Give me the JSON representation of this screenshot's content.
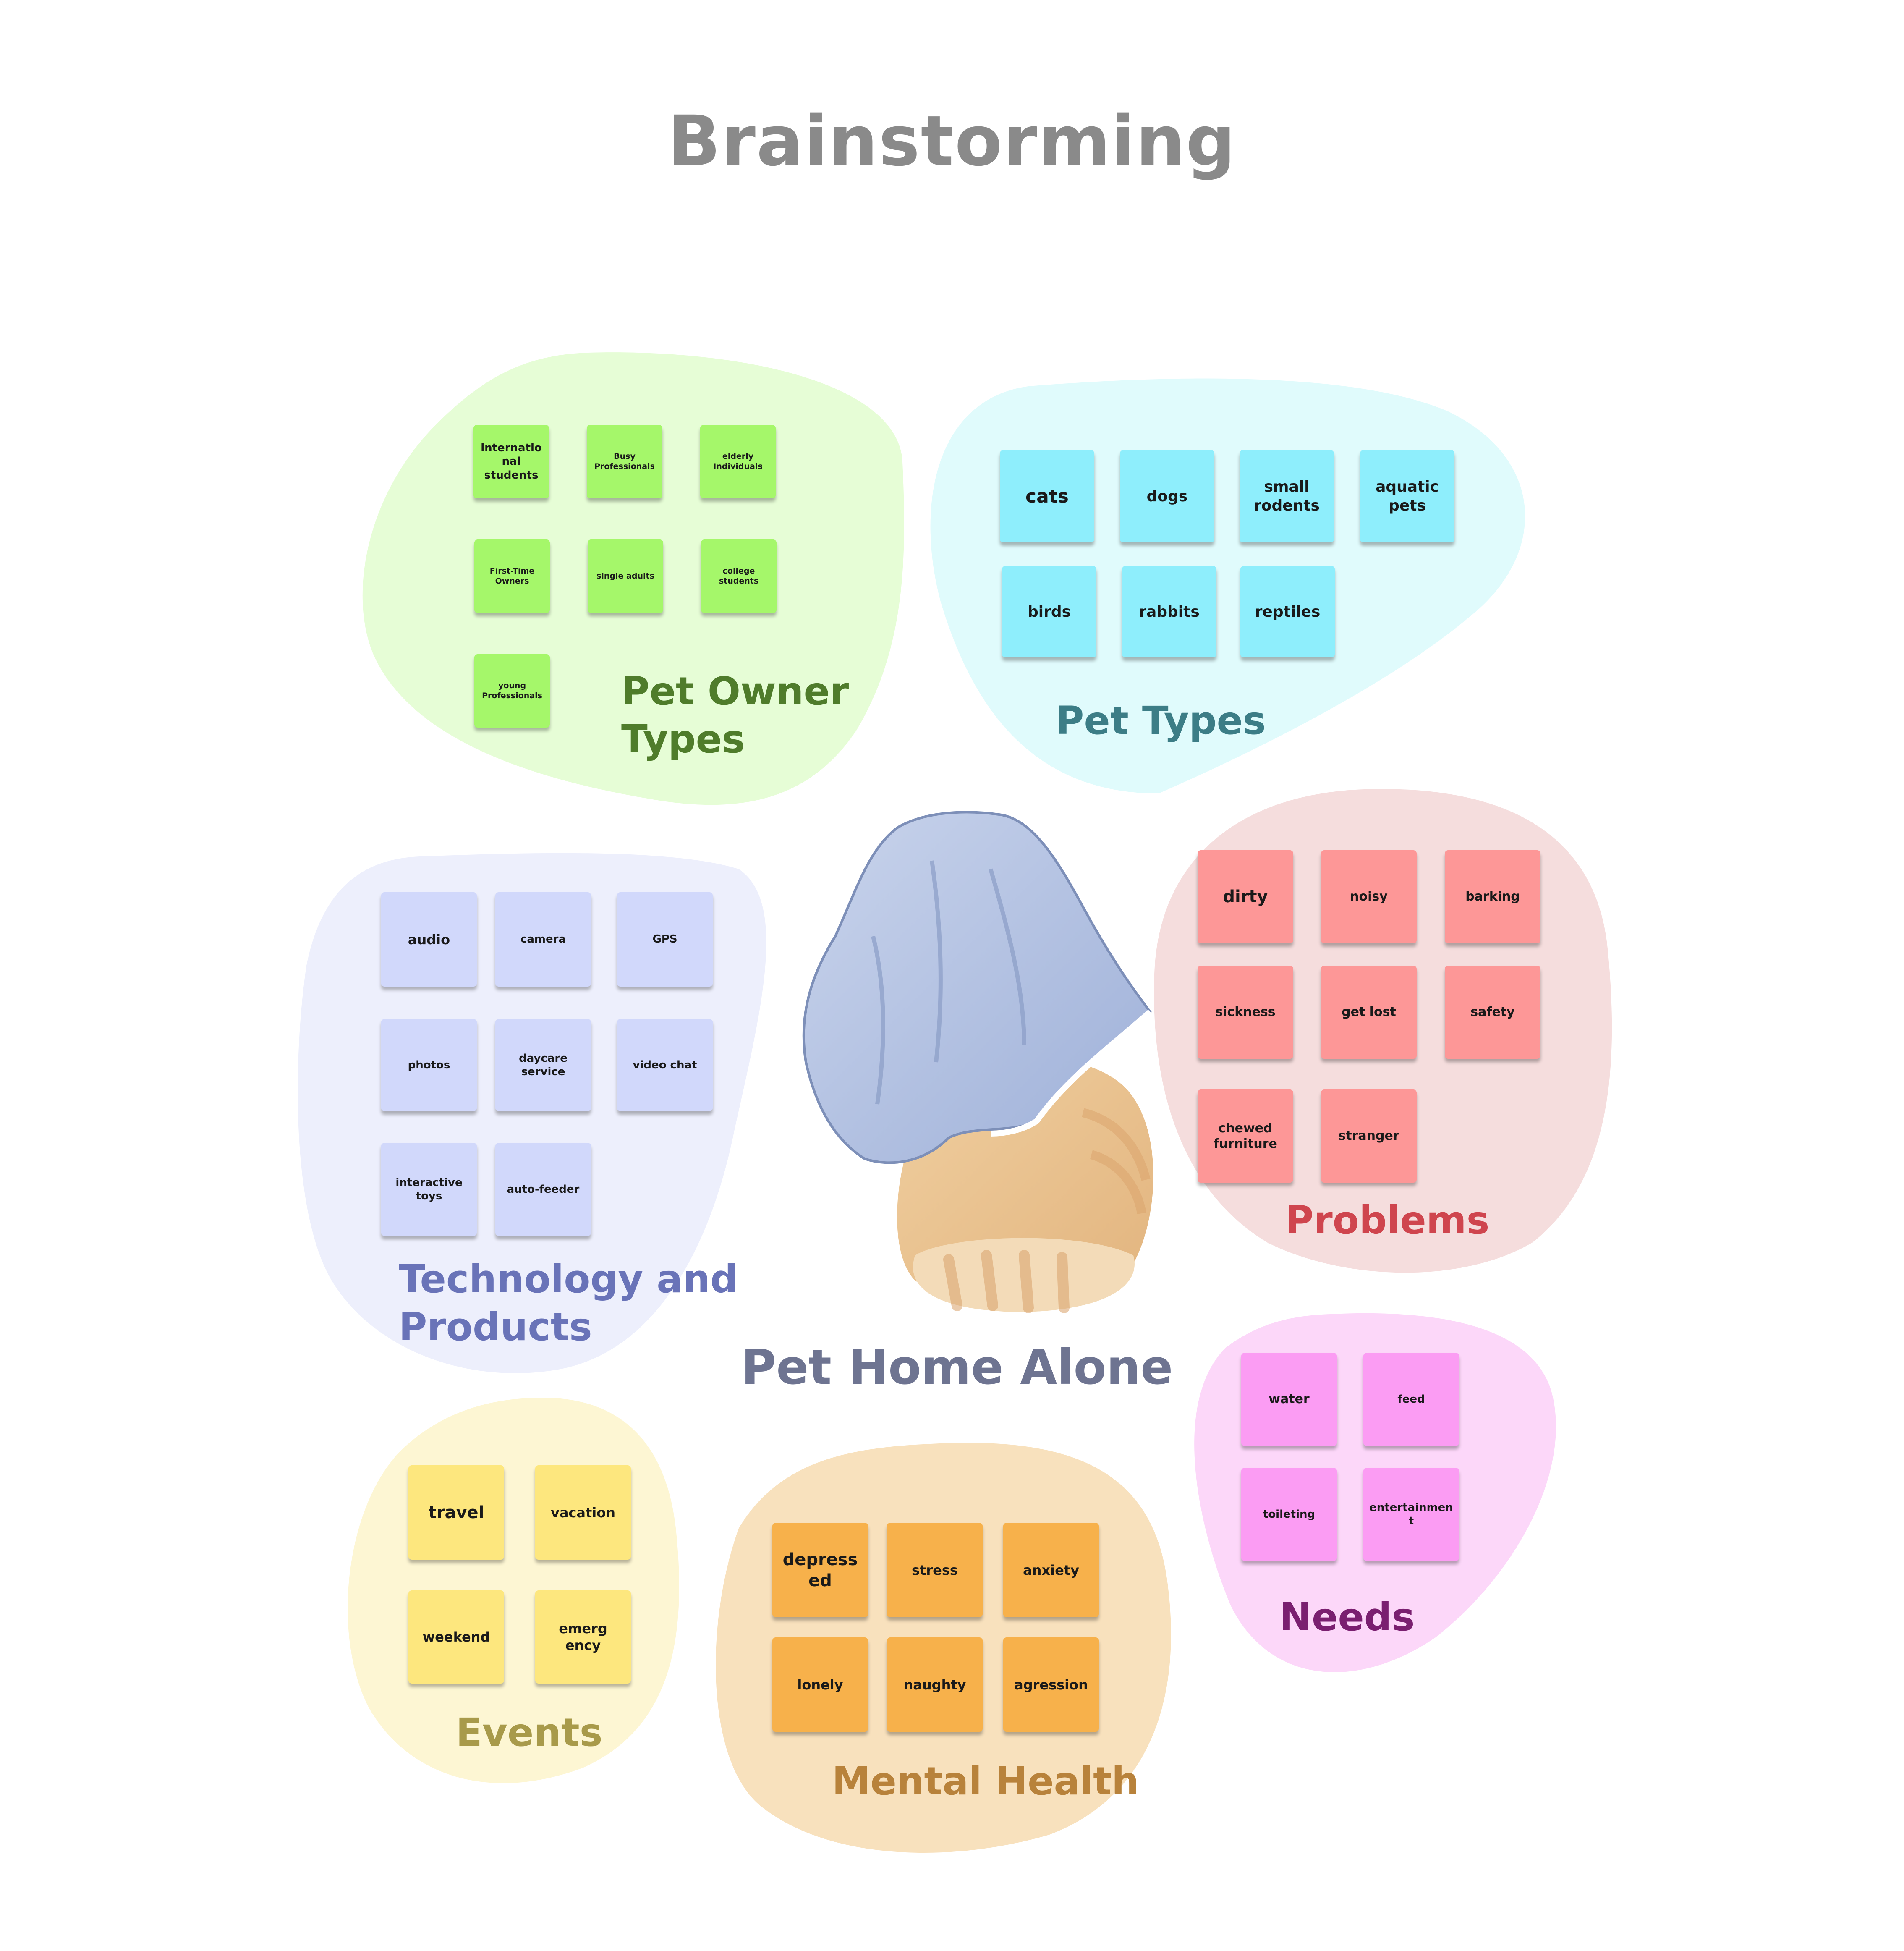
{
  "board": {
    "title": "Brainstorming",
    "center_label": "Pet Home Alone",
    "center_image_icon": "cat-under-blanket-illustration"
  },
  "colors": {
    "title": "#8a8a8a",
    "pet_owner_types": "#4f7c2b",
    "pet_types": "#3c7d86",
    "technology": "#6973b8",
    "problems": "#cf454e",
    "needs": "#7a1f70",
    "events": "#a89a4a",
    "mental_health": "#b8823b"
  },
  "clusters": {
    "pet_owner_types": {
      "label": "Pet Owner\nTypes",
      "notes": [
        "international students",
        "Busy Professionals",
        "elderly Individuals",
        "First-Time Owners",
        "single adults",
        "college students",
        "young Professionals"
      ]
    },
    "pet_types": {
      "label": "Pet Types",
      "notes": [
        "cats",
        "dogs",
        "small rodents",
        "aquatic pets",
        "birds",
        "rabbits",
        "reptiles"
      ]
    },
    "technology": {
      "label": "Technology and\nProducts",
      "notes": [
        "audio",
        "camera",
        "GPS",
        "photos",
        "daycare service",
        "video chat",
        "interactive toys",
        "auto-feeder"
      ]
    },
    "problems": {
      "label": "Problems",
      "notes": [
        "dirty",
        "noisy",
        "barking",
        "sickness",
        "get lost",
        "safety",
        "chewed furniture",
        "stranger"
      ]
    },
    "needs": {
      "label": "Needs",
      "notes": [
        "water",
        "feed",
        "toileting",
        "entertainment"
      ]
    },
    "events": {
      "label": "Events",
      "notes": [
        "travel",
        "vacation",
        "weekend",
        "emergency"
      ]
    },
    "mental_health": {
      "label": "Mental Health",
      "notes": [
        "depressed",
        "stress",
        "anxiety",
        "lonely",
        "naughty",
        "agression"
      ]
    }
  }
}
